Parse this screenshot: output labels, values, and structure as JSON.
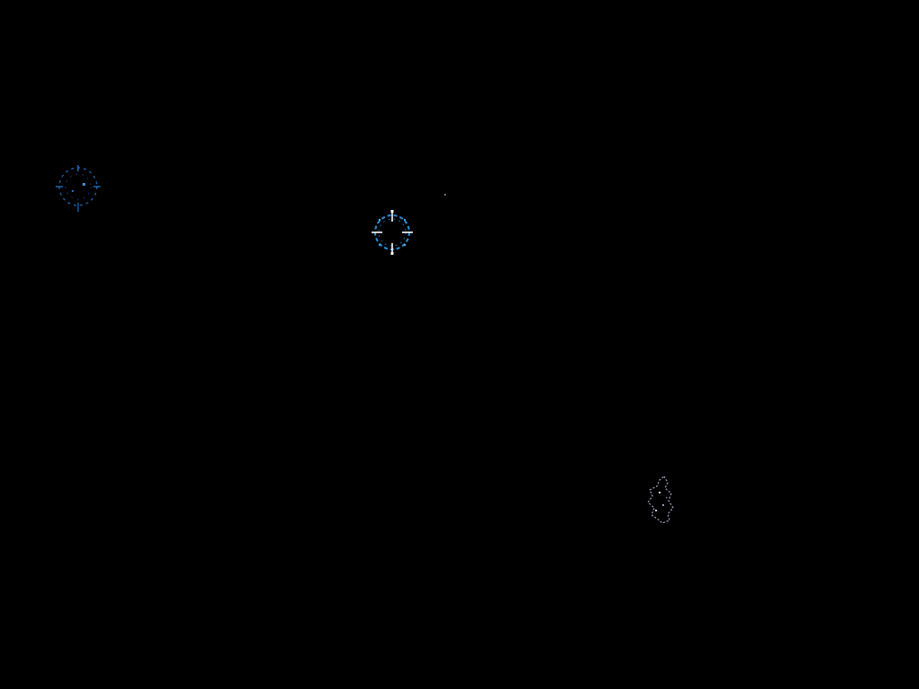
{
  "scene": {
    "background_color": "#000000",
    "entities": [
      {
        "kind": "enemy-ring",
        "icon": "dim-ring-icon",
        "color": "#2a7fd4"
      },
      {
        "kind": "player-crosshair",
        "icon": "crosshair-icon",
        "color": "#3aa0e6",
        "highlight": "#ffffff"
      },
      {
        "kind": "star-speck",
        "icon": "speck-icon",
        "color": "#6a6a7a"
      },
      {
        "kind": "asteroid",
        "icon": "asteroid-icon",
        "color": "#b8b8d0"
      }
    ]
  }
}
